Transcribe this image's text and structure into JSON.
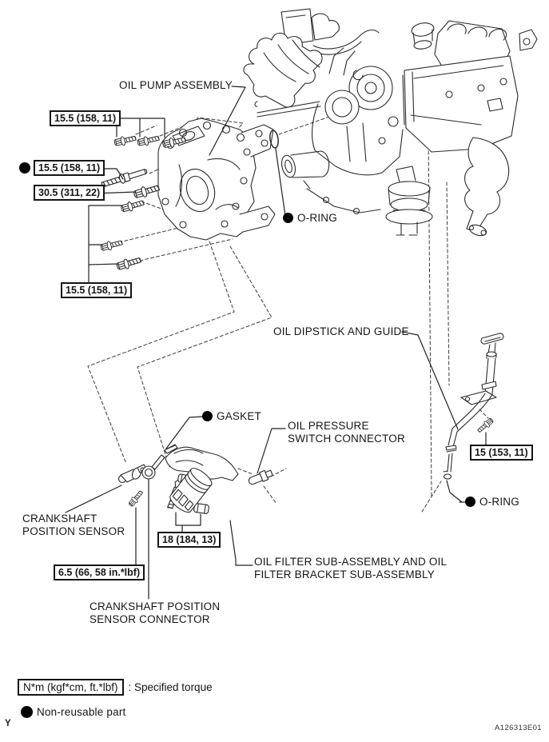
{
  "doc": {
    "figure_code": "A126313E01",
    "page_marker": "Y"
  },
  "colors": {
    "background": "#ffffff",
    "line": "#2b2b2b",
    "text": "#151515",
    "bullet": "#000000"
  },
  "labels": {
    "oil_pump_assembly": "OIL PUMP ASSEMBLY",
    "o_ring_upper": "O-RING",
    "oil_dipstick_and_guide": "OIL DIPSTICK AND GUIDE",
    "gasket": "GASKET",
    "oil_pressure_switch_connector": {
      "line1": "OIL PRESSURE",
      "line2": "SWITCH CONNECTOR"
    },
    "o_ring_lower": "O-RING",
    "crankshaft_position_sensor": {
      "line1": "CRANKSHAFT",
      "line2": "POSITION SENSOR"
    },
    "crankshaft_position_sensor_connector": {
      "line1": "CRANKSHAFT POSITION",
      "line2": "SENSOR CONNECTOR"
    },
    "oil_filter": {
      "line1": "OIL FILTER SUB-ASSEMBLY AND OIL",
      "line2": "FILTER BRACKET SUB-ASSEMBLY"
    }
  },
  "torque_specs": [
    {
      "value": "15.5 (158, 11)",
      "non_reusable": false
    },
    {
      "value": "15.5 (158, 11)",
      "non_reusable": true
    },
    {
      "value": "30.5 (311, 22)",
      "non_reusable": false
    },
    {
      "value": "15.5 (158, 11)",
      "non_reusable": false
    },
    {
      "value": "18 (184, 13)",
      "non_reusable": false
    },
    {
      "value": "6.5 (66, 58 in.*lbf)",
      "non_reusable": false
    },
    {
      "value": "15 (153, 11)",
      "non_reusable": false
    }
  ],
  "legend": {
    "torque_unit_box": "N*m (kgf*cm, ft.*lbf)",
    "torque_caption": ": Specified torque",
    "non_reusable_caption": "Non-reusable part"
  }
}
